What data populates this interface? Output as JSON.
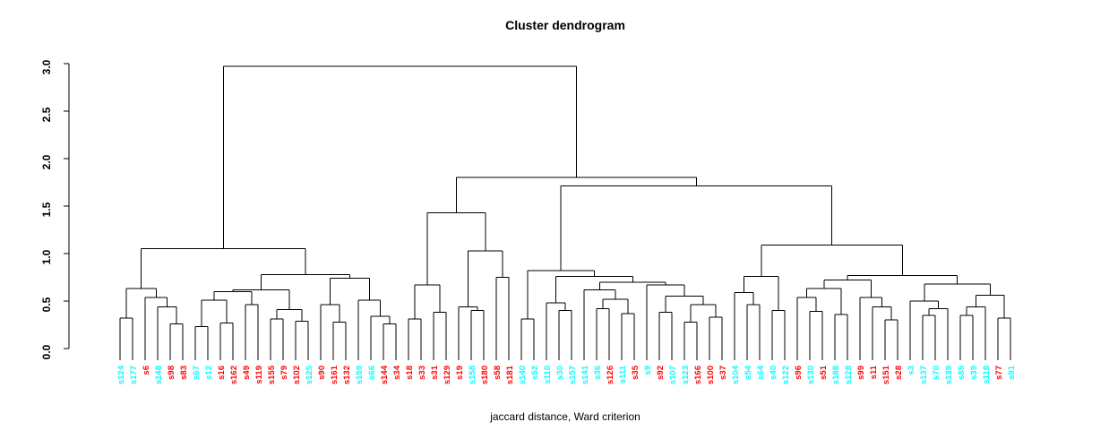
{
  "chart_data": {
    "type": "dendrogram",
    "title": "Cluster dendrogram",
    "xlabel": "jaccard distance, Ward criterion",
    "ylabel": "",
    "ylim": [
      0.0,
      3.0
    ],
    "yticks": [
      "0.0",
      "0.5",
      "1.0",
      "1.5",
      "2.0",
      "2.5",
      "3.0"
    ],
    "grid": false,
    "legend": "none",
    "colors": {
      "cluster_a": "#00FFFF",
      "cluster_b": "#FF0000",
      "line": "#000000"
    },
    "leaves": [
      {
        "label": "s124",
        "color": "cyan"
      },
      {
        "label": "s177",
        "color": "cyan"
      },
      {
        "label": "s6",
        "color": "red"
      },
      {
        "label": "s148",
        "color": "cyan"
      },
      {
        "label": "s98",
        "color": "red"
      },
      {
        "label": "s83",
        "color": "red"
      },
      {
        "label": "s67",
        "color": "cyan"
      },
      {
        "label": "s12",
        "color": "cyan"
      },
      {
        "label": "s16",
        "color": "red"
      },
      {
        "label": "s162",
        "color": "red"
      },
      {
        "label": "s49",
        "color": "red"
      },
      {
        "label": "s119",
        "color": "red"
      },
      {
        "label": "s155",
        "color": "red"
      },
      {
        "label": "s79",
        "color": "red"
      },
      {
        "label": "s102",
        "color": "red"
      },
      {
        "label": "s125",
        "color": "cyan"
      },
      {
        "label": "s90",
        "color": "red"
      },
      {
        "label": "s161",
        "color": "red"
      },
      {
        "label": "s132",
        "color": "red"
      },
      {
        "label": "s159",
        "color": "cyan"
      },
      {
        "label": "s66",
        "color": "cyan"
      },
      {
        "label": "s144",
        "color": "red"
      },
      {
        "label": "s34",
        "color": "red"
      },
      {
        "label": "s18",
        "color": "red"
      },
      {
        "label": "s33",
        "color": "red"
      },
      {
        "label": "s31",
        "color": "red"
      },
      {
        "label": "s129",
        "color": "red"
      },
      {
        "label": "s19",
        "color": "red"
      },
      {
        "label": "s158",
        "color": "cyan"
      },
      {
        "label": "s180",
        "color": "red"
      },
      {
        "label": "s58",
        "color": "red"
      },
      {
        "label": "s181",
        "color": "red"
      },
      {
        "label": "s140",
        "color": "cyan"
      },
      {
        "label": "s52",
        "color": "cyan"
      },
      {
        "label": "s110",
        "color": "cyan"
      },
      {
        "label": "s30",
        "color": "cyan"
      },
      {
        "label": "s157",
        "color": "cyan"
      },
      {
        "label": "s141",
        "color": "cyan"
      },
      {
        "label": "s36",
        "color": "cyan"
      },
      {
        "label": "s126",
        "color": "red"
      },
      {
        "label": "s111",
        "color": "cyan"
      },
      {
        "label": "s35",
        "color": "red"
      },
      {
        "label": "s9",
        "color": "cyan"
      },
      {
        "label": "s92",
        "color": "red"
      },
      {
        "label": "s107",
        "color": "cyan"
      },
      {
        "label": "s123",
        "color": "cyan"
      },
      {
        "label": "s166",
        "color": "red"
      },
      {
        "label": "s100",
        "color": "red"
      },
      {
        "label": "s37",
        "color": "red"
      },
      {
        "label": "s104",
        "color": "cyan"
      },
      {
        "label": "s54",
        "color": "cyan"
      },
      {
        "label": "s64",
        "color": "cyan"
      },
      {
        "label": "s40",
        "color": "cyan"
      },
      {
        "label": "s122",
        "color": "cyan"
      },
      {
        "label": "s96",
        "color": "red"
      },
      {
        "label": "s130",
        "color": "cyan"
      },
      {
        "label": "s51",
        "color": "red"
      },
      {
        "label": "s188",
        "color": "cyan"
      },
      {
        "label": "s128",
        "color": "cyan"
      },
      {
        "label": "s99",
        "color": "red"
      },
      {
        "label": "s11",
        "color": "red"
      },
      {
        "label": "s151",
        "color": "red"
      },
      {
        "label": "s28",
        "color": "red"
      },
      {
        "label": "s3",
        "color": "cyan"
      },
      {
        "label": "s137",
        "color": "cyan"
      },
      {
        "label": "s70",
        "color": "cyan"
      },
      {
        "label": "s139",
        "color": "cyan"
      },
      {
        "label": "s85",
        "color": "cyan"
      },
      {
        "label": "s39",
        "color": "cyan"
      },
      {
        "label": "s118",
        "color": "cyan"
      },
      {
        "label": "s77",
        "color": "red"
      },
      {
        "label": "s91",
        "color": "cyan"
      }
    ],
    "tree": {
      "h": 2.97,
      "c": [
        {
          "h": 1.05,
          "c": [
            {
              "h": 0.63,
              "c": [
                {
                  "h": 0.32,
                  "c": [
                    0,
                    1
                  ]
                },
                {
                  "h": 0.54,
                  "c": [
                    2,
                    {
                      "h": 0.44,
                      "c": [
                        3,
                        {
                          "h": 0.26,
                          "c": [
                            4,
                            5
                          ]
                        }
                      ]
                    }
                  ]
                }
              ]
            },
            {
              "h": 0.78,
              "c": [
                {
                  "h": 0.62,
                  "c": [
                    {
                      "h": 0.6,
                      "c": [
                        {
                          "h": 0.51,
                          "c": [
                            {
                              "h": 0.23,
                              "c": [
                                6,
                                7
                              ]
                            },
                            {
                              "h": 0.27,
                              "c": [
                                8,
                                9
                              ]
                            }
                          ]
                        },
                        {
                          "h": 0.46,
                          "c": [
                            10,
                            11
                          ]
                        }
                      ]
                    },
                    {
                      "h": 0.41,
                      "c": [
                        {
                          "h": 0.31,
                          "c": [
                            12,
                            13
                          ]
                        },
                        {
                          "h": 0.29,
                          "c": [
                            14,
                            15
                          ]
                        }
                      ]
                    }
                  ]
                },
                {
                  "h": 0.74,
                  "c": [
                    {
                      "h": 0.46,
                      "c": [
                        16,
                        {
                          "h": 0.28,
                          "c": [
                            17,
                            18
                          ]
                        }
                      ]
                    },
                    {
                      "h": 0.51,
                      "c": [
                        19,
                        {
                          "h": 0.34,
                          "c": [
                            20,
                            {
                              "h": 0.26,
                              "c": [
                                21,
                                22
                              ]
                            }
                          ]
                        }
                      ]
                    }
                  ]
                }
              ]
            }
          ]
        },
        {
          "h": 1.8,
          "c": [
            {
              "h": 1.43,
              "c": [
                {
                  "h": 0.67,
                  "c": [
                    {
                      "h": 0.31,
                      "c": [
                        23,
                        24
                      ]
                    },
                    {
                      "h": 0.38,
                      "c": [
                        25,
                        26
                      ]
                    }
                  ]
                },
                {
                  "h": 1.03,
                  "c": [
                    {
                      "h": 0.44,
                      "c": [
                        27,
                        {
                          "h": 0.4,
                          "c": [
                            28,
                            29
                          ]
                        }
                      ]
                    },
                    {
                      "h": 0.75,
                      "c": [
                        30,
                        31
                      ]
                    }
                  ]
                }
              ]
            },
            {
              "h": 1.71,
              "c": [
                {
                  "h": 0.82,
                  "c": [
                    {
                      "h": 0.31,
                      "c": [
                        32,
                        33
                      ]
                    },
                    {
                      "h": 0.76,
                      "c": [
                        {
                          "h": 0.48,
                          "c": [
                            34,
                            {
                              "h": 0.4,
                              "c": [
                                35,
                                36
                              ]
                            }
                          ]
                        },
                        {
                          "h": 0.7,
                          "c": [
                            {
                              "h": 0.62,
                              "c": [
                                37,
                                {
                                  "h": 0.52,
                                  "c": [
                                    {
                                      "h": 0.42,
                                      "c": [
                                        38,
                                        39
                                      ]
                                    },
                                    {
                                      "h": 0.37,
                                      "c": [
                                        40,
                                        41
                                      ]
                                    }
                                  ]
                                }
                              ]
                            },
                            {
                              "h": 0.67,
                              "c": [
                                42,
                                {
                                  "h": 0.55,
                                  "c": [
                                    {
                                      "h": 0.38,
                                      "c": [
                                        43,
                                        44
                                      ]
                                    },
                                    {
                                      "h": 0.46,
                                      "c": [
                                        {
                                          "h": 0.28,
                                          "c": [
                                            45,
                                            46
                                          ]
                                        },
                                        {
                                          "h": 0.33,
                                          "c": [
                                            47,
                                            48
                                          ]
                                        }
                                      ]
                                    }
                                  ]
                                }
                              ]
                            }
                          ]
                        }
                      ]
                    }
                  ]
                },
                {
                  "h": 1.09,
                  "c": [
                    {
                      "h": 0.76,
                      "c": [
                        {
                          "h": 0.59,
                          "c": [
                            49,
                            {
                              "h": 0.46,
                              "c": [
                                50,
                                51
                              ]
                            }
                          ]
                        },
                        {
                          "h": 0.4,
                          "c": [
                            52,
                            53
                          ]
                        }
                      ]
                    },
                    {
                      "h": 0.77,
                      "c": [
                        {
                          "h": 0.72,
                          "c": [
                            {
                              "h": 0.63,
                              "c": [
                                {
                                  "h": 0.54,
                                  "c": [
                                    54,
                                    {
                                      "h": 0.39,
                                      "c": [
                                        55,
                                        56
                                      ]
                                    }
                                  ]
                                },
                                {
                                  "h": 0.36,
                                  "c": [
                                    57,
                                    58
                                  ]
                                }
                              ]
                            },
                            {
                              "h": 0.54,
                              "c": [
                                59,
                                {
                                  "h": 0.44,
                                  "c": [
                                    60,
                                    {
                                      "h": 0.3,
                                      "c": [
                                        61,
                                        62
                                      ]
                                    }
                                  ]
                                }
                              ]
                            }
                          ]
                        },
                        {
                          "h": 0.68,
                          "c": [
                            {
                              "h": 0.5,
                              "c": [
                                63,
                                {
                                  "h": 0.42,
                                  "c": [
                                    {
                                      "h": 0.35,
                                      "c": [
                                        64,
                                        65
                                      ]
                                    },
                                    66
                                  ]
                                }
                              ]
                            },
                            {
                              "h": 0.56,
                              "c": [
                                {
                                  "h": 0.44,
                                  "c": [
                                    {
                                      "h": 0.35,
                                      "c": [
                                        67,
                                        68
                                      ]
                                    },
                                    69
                                  ]
                                },
                                {
                                  "h": 0.32,
                                  "c": [
                                    70,
                                    71
                                  ]
                                }
                              ]
                            }
                          ]
                        }
                      ]
                    }
                  ]
                }
              ]
            }
          ]
        }
      ]
    }
  }
}
